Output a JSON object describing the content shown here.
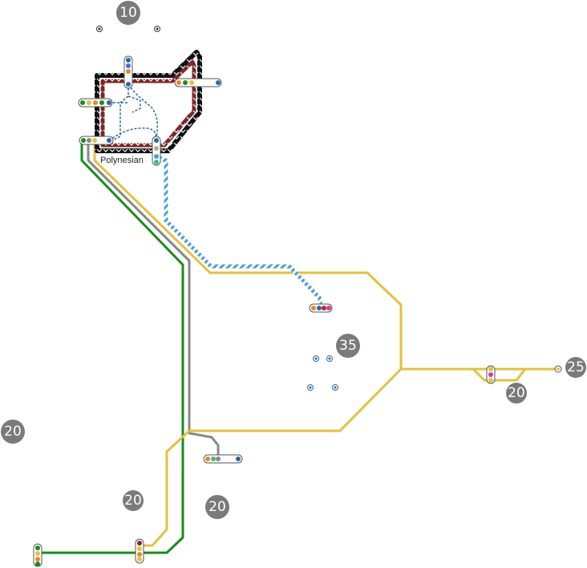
{
  "map": {
    "station_label": "Polynesian",
    "lines": [
      {
        "id": "green",
        "color": "#1a8c1a"
      },
      {
        "id": "gray",
        "color": "#888888"
      },
      {
        "id": "yellow",
        "color": "#e2c140"
      },
      {
        "id": "blue-dashed",
        "color": "#4a9fd4"
      },
      {
        "id": "black-monorail",
        "color": "#111111"
      },
      {
        "id": "maroon-monorail",
        "color": "#7a2a2a"
      }
    ],
    "badges": [
      {
        "id": "badge-10",
        "text": "10"
      },
      {
        "id": "badge-35",
        "text": "35"
      },
      {
        "id": "badge-25",
        "text": "25"
      },
      {
        "id": "badge-20-east",
        "text": "20"
      },
      {
        "id": "badge-20-west",
        "text": "20"
      },
      {
        "id": "badge-20-south-a",
        "text": "20"
      },
      {
        "id": "badge-20-south-b",
        "text": "20"
      }
    ]
  }
}
